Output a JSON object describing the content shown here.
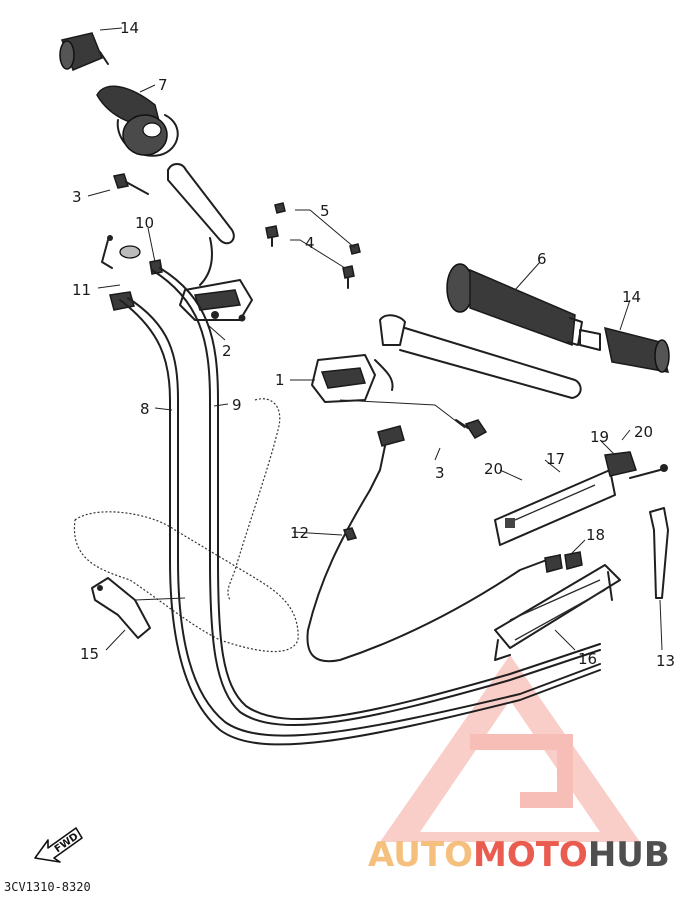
{
  "diagram": {
    "part_code": "3CV1310-8320",
    "fwd_label": "FWD",
    "callouts": {
      "c1": "1",
      "c2": "2",
      "c3a": "3",
      "c3b": "3",
      "c4": "4",
      "c5": "5",
      "c6": "6",
      "c7": "7",
      "c8": "8",
      "c9": "9",
      "c10": "10",
      "c11": "11",
      "c12": "12",
      "c13": "13",
      "c14a": "14",
      "c14b": "14",
      "c15": "15",
      "c16": "16",
      "c17": "17",
      "c18": "18",
      "c19": "19",
      "c20a": "20",
      "c20b": "20"
    }
  },
  "watermark": {
    "part1": "AUTO",
    "part2": "MOTO",
    "part3": "HUB",
    "color_light": "#f5b971",
    "color_red": "#e84b3c",
    "color_dark": "#3d3d3d"
  }
}
